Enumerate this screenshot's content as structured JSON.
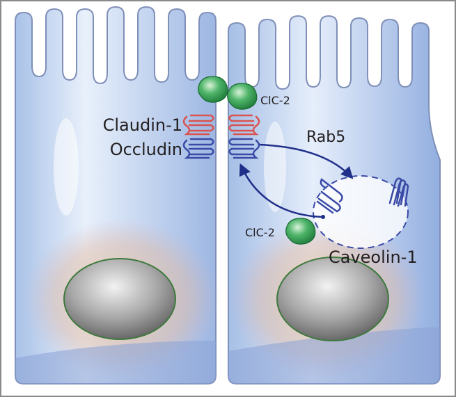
{
  "labels": {
    "claudin": "Claudin-1",
    "occludin": "Occludin",
    "rab5": "Rab5",
    "clc2_top": "ClC-2",
    "clc2_bottom": "ClC-2",
    "caveolin": "Caveolin-1"
  },
  "colors": {
    "cell_fill": "#c9daf2",
    "cell_edge": "#7f8fb8",
    "nucleus": "#8c8c8c",
    "nucleus_edge": "#3d7a3d",
    "claudin": "#d9534f",
    "occludin": "#3a4aa6",
    "channel": "#2e9c4e",
    "arrow": "#1f2f8a"
  }
}
